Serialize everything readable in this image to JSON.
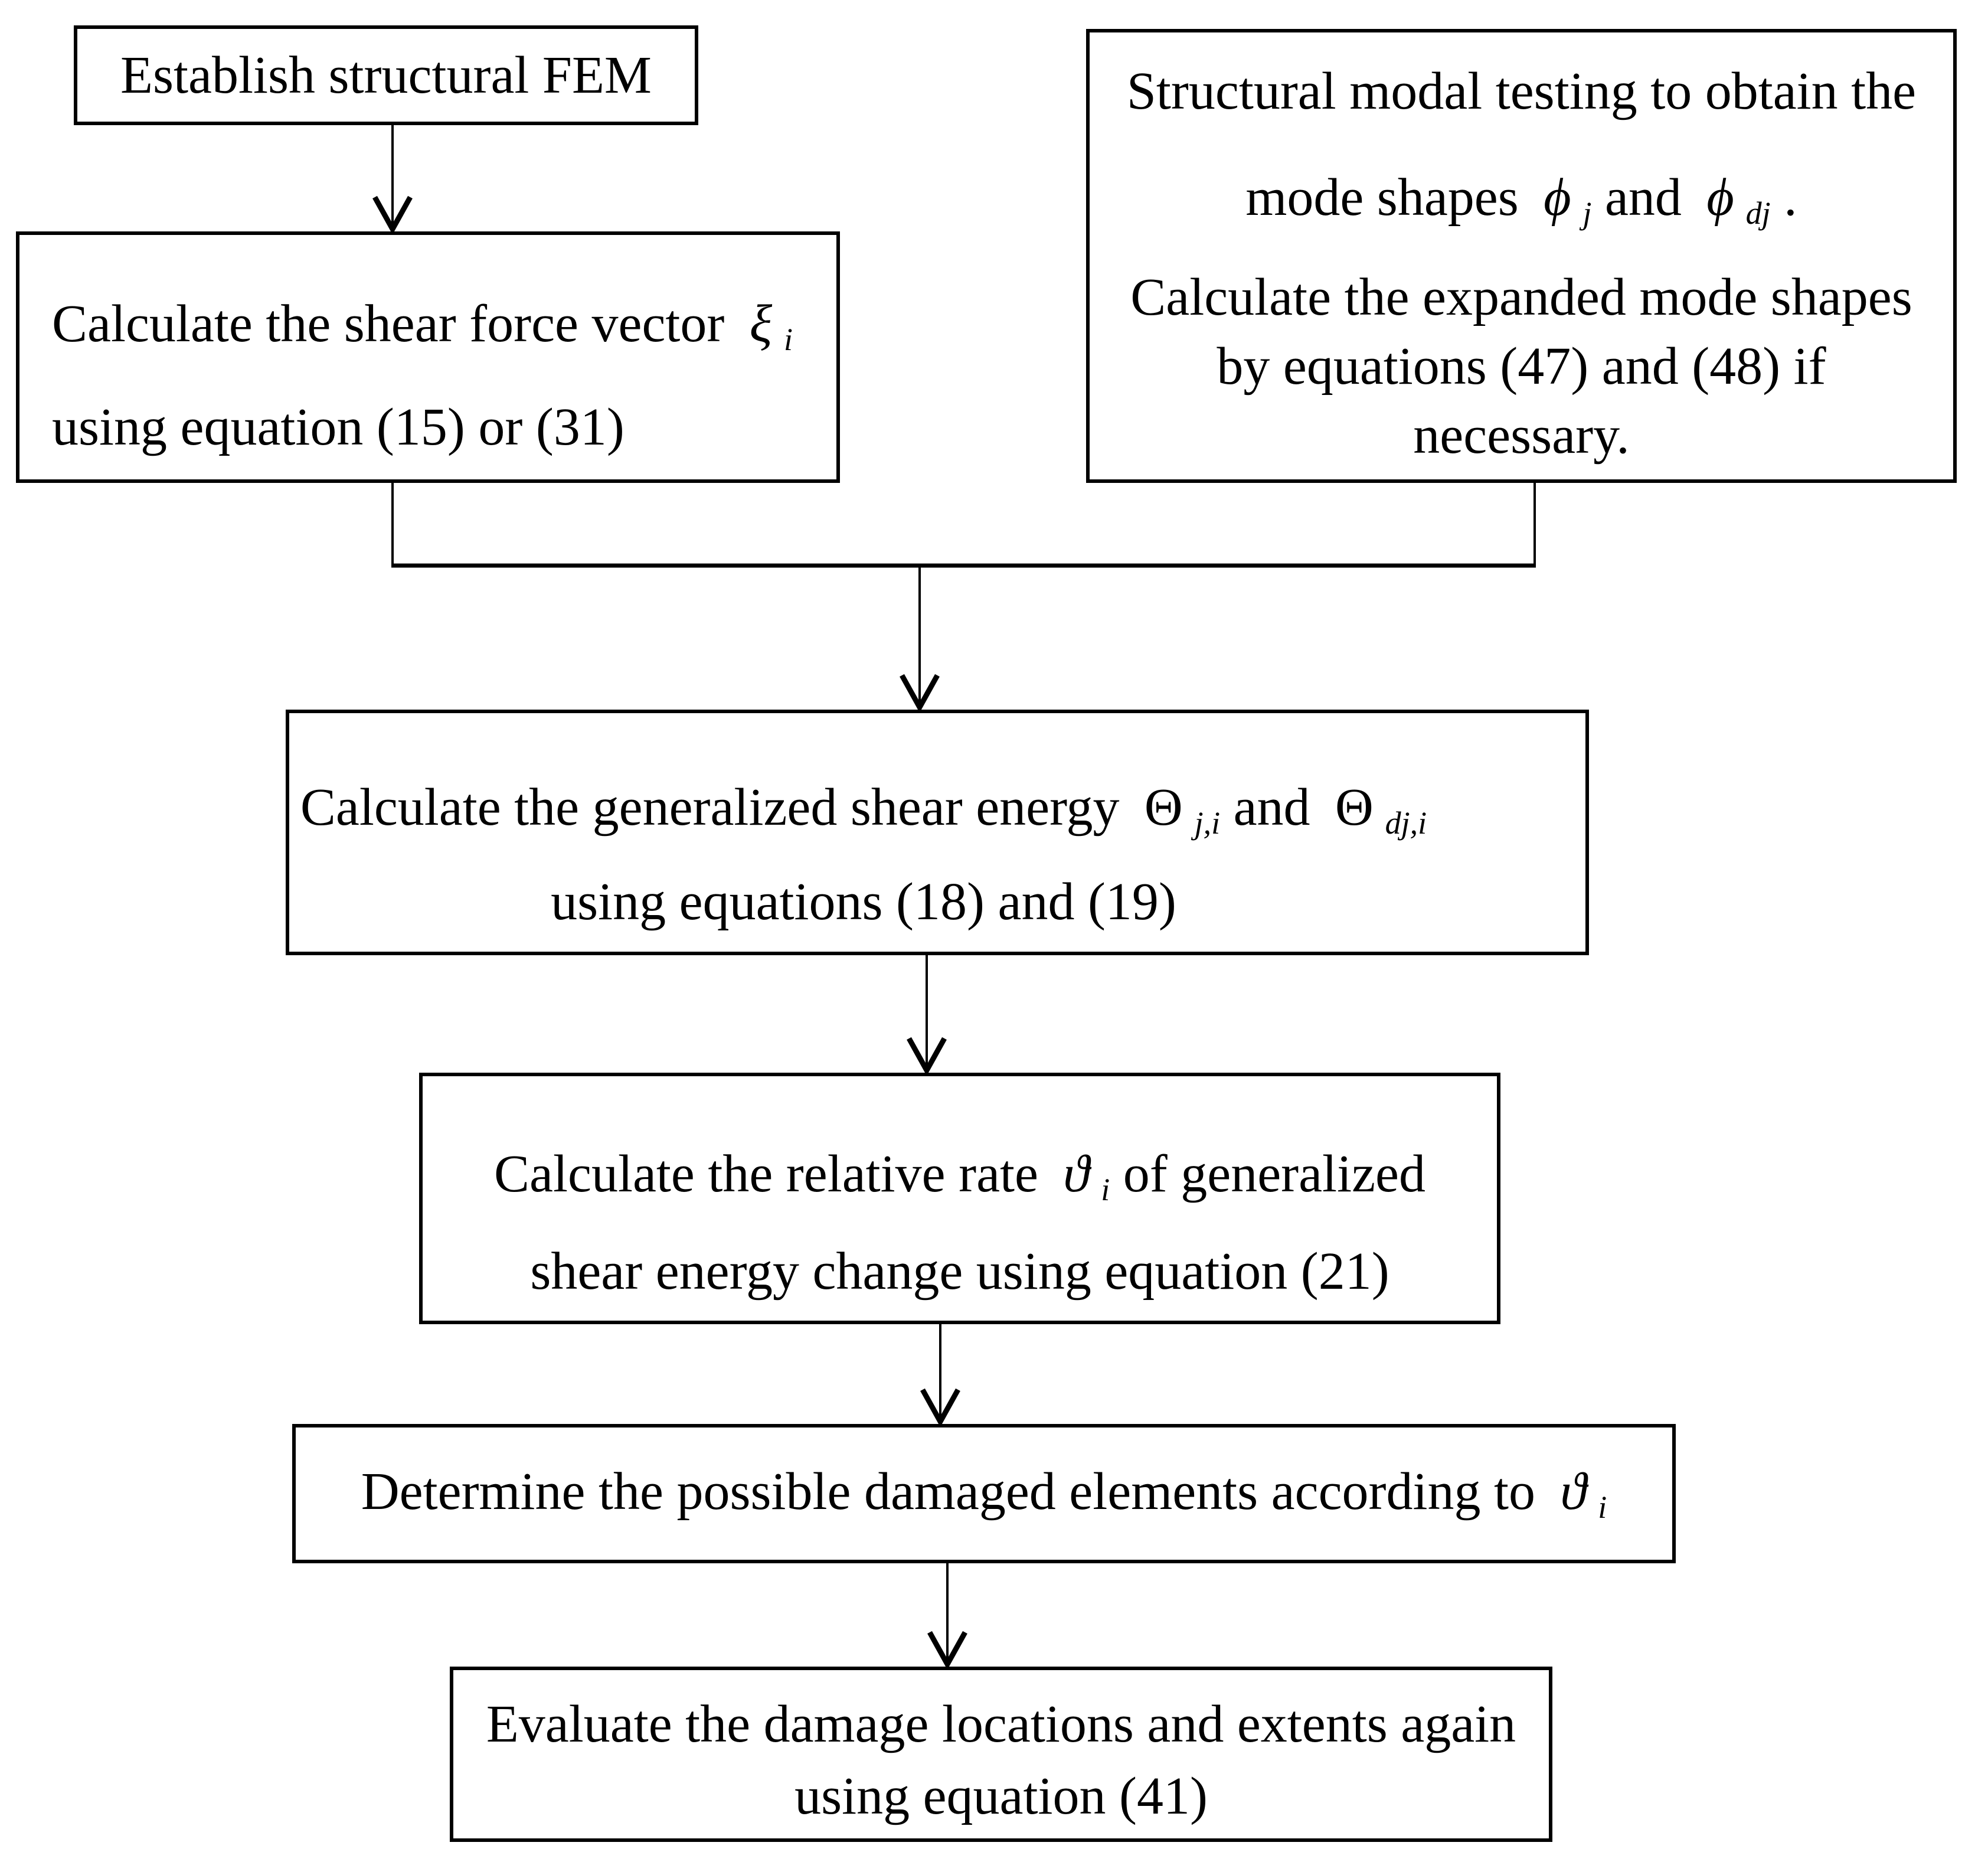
{
  "figure": {
    "colors": {
      "background": "#ffffff",
      "line": "#000000",
      "text": "#000000"
    },
    "boxes": [
      {
        "name": "establish-fem",
        "lines": [
          [
            {
              "t": "Establish structural FEM",
              "k": "n"
            }
          ]
        ]
      },
      {
        "name": "shear-force-vector",
        "lines": [
          [
            {
              "t": "Calculate the shear force vector ",
              "k": "n"
            },
            {
              "t": "ξ",
              "k": "i"
            },
            {
              "t": "i",
              "k": "s"
            }
          ],
          [
            {
              "t": "using equation (15) or (31)",
              "k": "n"
            }
          ]
        ]
      },
      {
        "name": "modal-testing",
        "lines": [
          [
            {
              "t": "Structural modal testing to obtain the",
              "k": "n"
            }
          ],
          [
            {
              "t": "mode shapes ",
              "k": "n"
            },
            {
              "t": "ϕ",
              "k": "i"
            },
            {
              "t": "j",
              "k": "s"
            },
            {
              "t": " and ",
              "k": "n"
            },
            {
              "t": "ϕ",
              "k": "i"
            },
            {
              "t": "dj",
              "k": "s"
            },
            {
              "t": " .",
              "k": "n"
            }
          ],
          [
            {
              "t": "Calculate the expanded mode shapes",
              "k": "n"
            }
          ],
          [
            {
              "t": "by equations (47) and (48) if",
              "k": "n"
            }
          ],
          [
            {
              "t": "necessary.",
              "k": "n"
            }
          ]
        ]
      },
      {
        "name": "generalized-shear-energy",
        "lines": [
          [
            {
              "t": "Calculate the generalized shear energy ",
              "k": "n"
            },
            {
              "t": "Θ",
              "k": "u"
            },
            {
              "t": "j,i",
              "k": "s"
            },
            {
              "t": " and ",
              "k": "n"
            },
            {
              "t": "Θ",
              "k": "u"
            },
            {
              "t": "dj,i",
              "k": "s"
            }
          ],
          [
            {
              "t": "using equations (18) and (19)",
              "k": "n"
            }
          ]
        ]
      },
      {
        "name": "relative-rate",
        "lines": [
          [
            {
              "t": "Calculate the relative rate ",
              "k": "n"
            },
            {
              "t": "ϑ",
              "k": "i"
            },
            {
              "t": "i",
              "k": "s"
            },
            {
              "t": " of generalized",
              "k": "n"
            }
          ],
          [
            {
              "t": "shear energy change using equation (21)",
              "k": "n"
            }
          ]
        ]
      },
      {
        "name": "determine-damaged-elements",
        "lines": [
          [
            {
              "t": "Determine the possible damaged elements according to ",
              "k": "n"
            },
            {
              "t": "ϑ",
              "k": "i"
            },
            {
              "t": "i",
              "k": "s"
            }
          ]
        ]
      },
      {
        "name": "evaluate-damage",
        "lines": [
          [
            {
              "t": "Evaluate the damage locations and extents again",
              "k": "n"
            }
          ],
          [
            {
              "t": "using equation (41)",
              "k": "n"
            }
          ]
        ]
      }
    ]
  }
}
